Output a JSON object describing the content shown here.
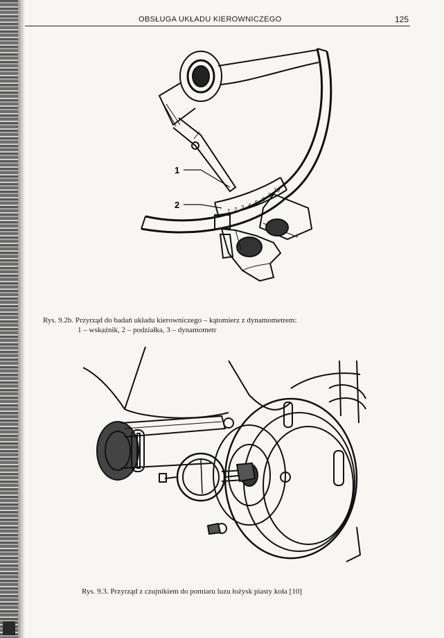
{
  "header": {
    "title": "OBSŁUGA UKŁADU KIEROWNICZEGO",
    "page_number": "125"
  },
  "figure_1": {
    "callouts": [
      "1",
      "2"
    ],
    "scale_digits": [
      "1",
      "2",
      "3",
      "4",
      "5",
      "6",
      "8",
      "10"
    ],
    "caption_line1": "Rys. 9.2b. Przyrząd do badań układu kierowniczego – kątomierz z dynamometrem:",
    "caption_line2": "1 – wskaźnik, 2 – podziałka, 3 – dynamometr"
  },
  "figure_2": {
    "caption": "Rys. 9.3. Przyrząd z czujnikiem do pomiaru luzu łożysk piasty koła [10]"
  }
}
